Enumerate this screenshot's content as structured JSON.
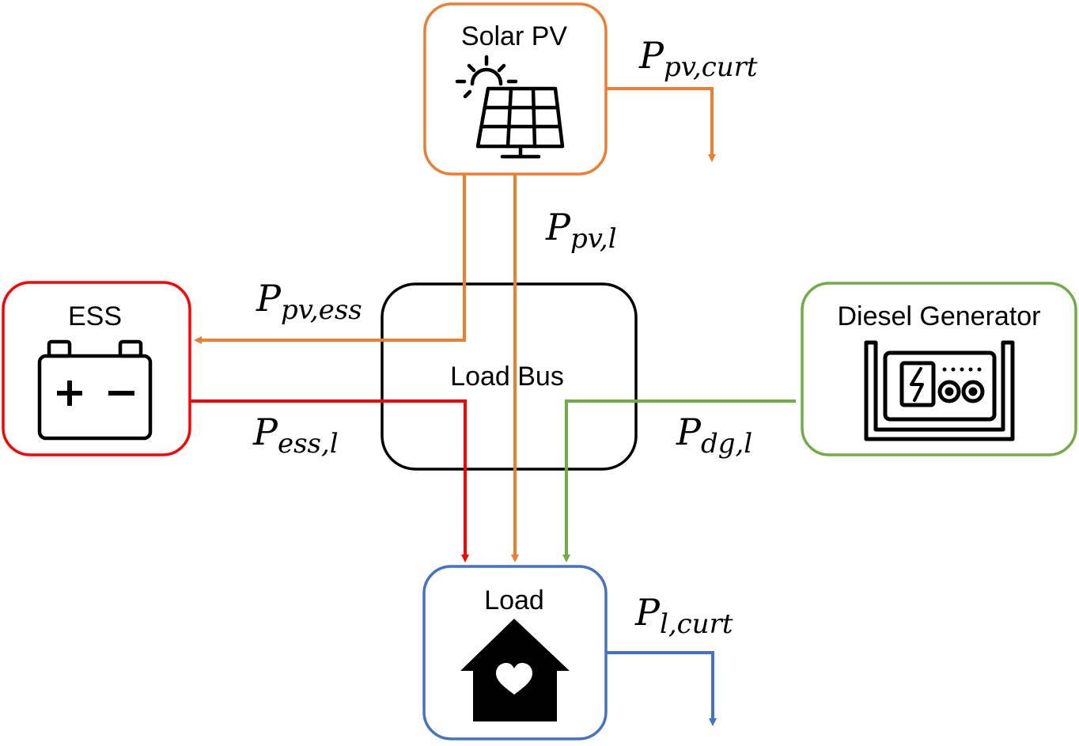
{
  "nodes": {
    "solar_pv": {
      "label": "Solar PV",
      "color": "#ED7D31",
      "icon": "solar-panel-icon"
    },
    "ess": {
      "label": "ESS",
      "color": "#FF0000",
      "icon": "battery-icon"
    },
    "load_bus": {
      "label": "Load Bus",
      "color": "#000000"
    },
    "diesel_generator": {
      "label": "Diesel Generator",
      "color": "#70AD47",
      "icon": "generator-icon"
    },
    "load": {
      "label": "Load",
      "color": "#4472C4",
      "icon": "house-heart-icon"
    }
  },
  "flows": {
    "pv_curt": {
      "main": "P",
      "sub": "pv,curt"
    },
    "pv_l": {
      "main": "P",
      "sub": "pv,l"
    },
    "pv_ess": {
      "main": "P",
      "sub": "pv,ess"
    },
    "ess_l": {
      "main": "P",
      "sub": "ess,l"
    },
    "dg_l": {
      "main": "P",
      "sub": "dg,l"
    },
    "l_curt": {
      "main": "P",
      "sub": "l,curt"
    }
  }
}
